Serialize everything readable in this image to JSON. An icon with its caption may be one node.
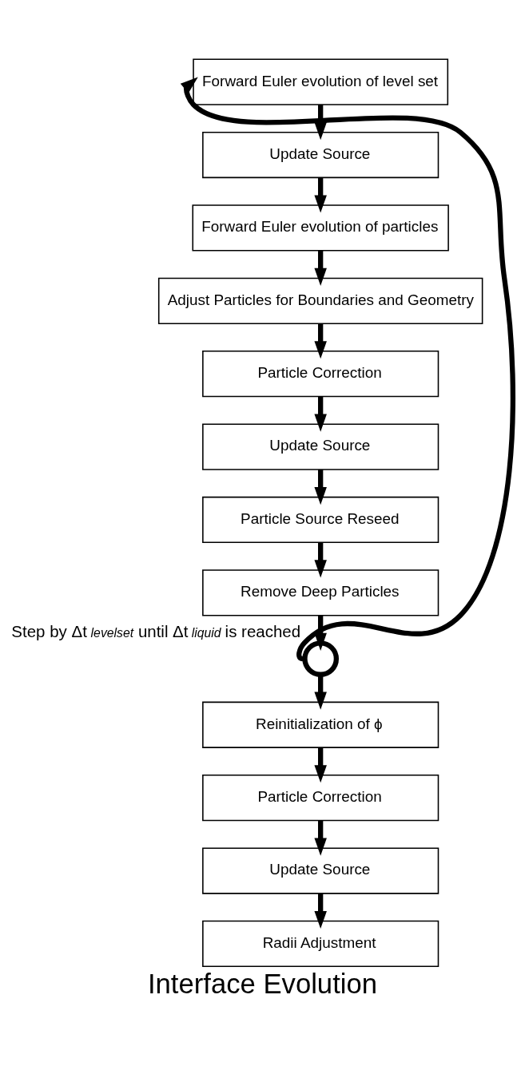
{
  "diagram": {
    "caption": "Interface Evolution",
    "nodes": [
      {
        "text": [
          "Forward Euler evolution of level set"
        ]
      },
      {
        "text": [
          "Update Source"
        ]
      },
      {
        "text": [
          "Forward Euler evolution of particles"
        ]
      },
      {
        "text": [
          "Adjust Particles for Boundaries and Geometry"
        ]
      },
      {
        "text": [
          "Particle Correction"
        ]
      },
      {
        "text": [
          "Update Source"
        ]
      },
      {
        "text": [
          "Particle Source Reseed"
        ]
      },
      {
        "text": [
          "Remove Deep Particles"
        ]
      },
      {
        "text": [],
        "shape": "circle",
        "beside": [
          "Step by Δt$_{levelset}$ until Δt$_{liquid}$ is reached"
        ]
      },
      {
        "text": [
          "Reinitialization of ϕ"
        ]
      },
      {
        "text": [
          "Particle Correction"
        ]
      },
      {
        "text": [
          "Update Source"
        ]
      },
      {
        "text": [
          "Radii Adjustment"
        ]
      }
    ],
    "edges": [
      {
        "from": 0,
        "to": 1,
        "arrow": "to"
      },
      {
        "from": 1,
        "to": 2,
        "arrow": "to"
      },
      {
        "from": 2,
        "to": 3,
        "arrow": "to"
      },
      {
        "from": 3,
        "to": 4,
        "arrow": "to"
      },
      {
        "from": 4,
        "to": 5,
        "arrow": "to"
      },
      {
        "from": 5,
        "to": 6,
        "arrow": "to"
      },
      {
        "from": 6,
        "to": 7,
        "arrow": "to"
      },
      {
        "from": 7,
        "to": 8,
        "arrow": "to"
      },
      {
        "from": 8,
        "to": 9,
        "arrow": "to"
      },
      {
        "from": 9,
        "to": 10,
        "arrow": "to"
      },
      {
        "from": 10,
        "to": 11,
        "arrow": "to"
      },
      {
        "from": 11,
        "to": 12,
        "arrow": "to"
      },
      {
        "from": 8,
        "to": 0,
        "arrow": "to"
      }
    ]
  }
}
